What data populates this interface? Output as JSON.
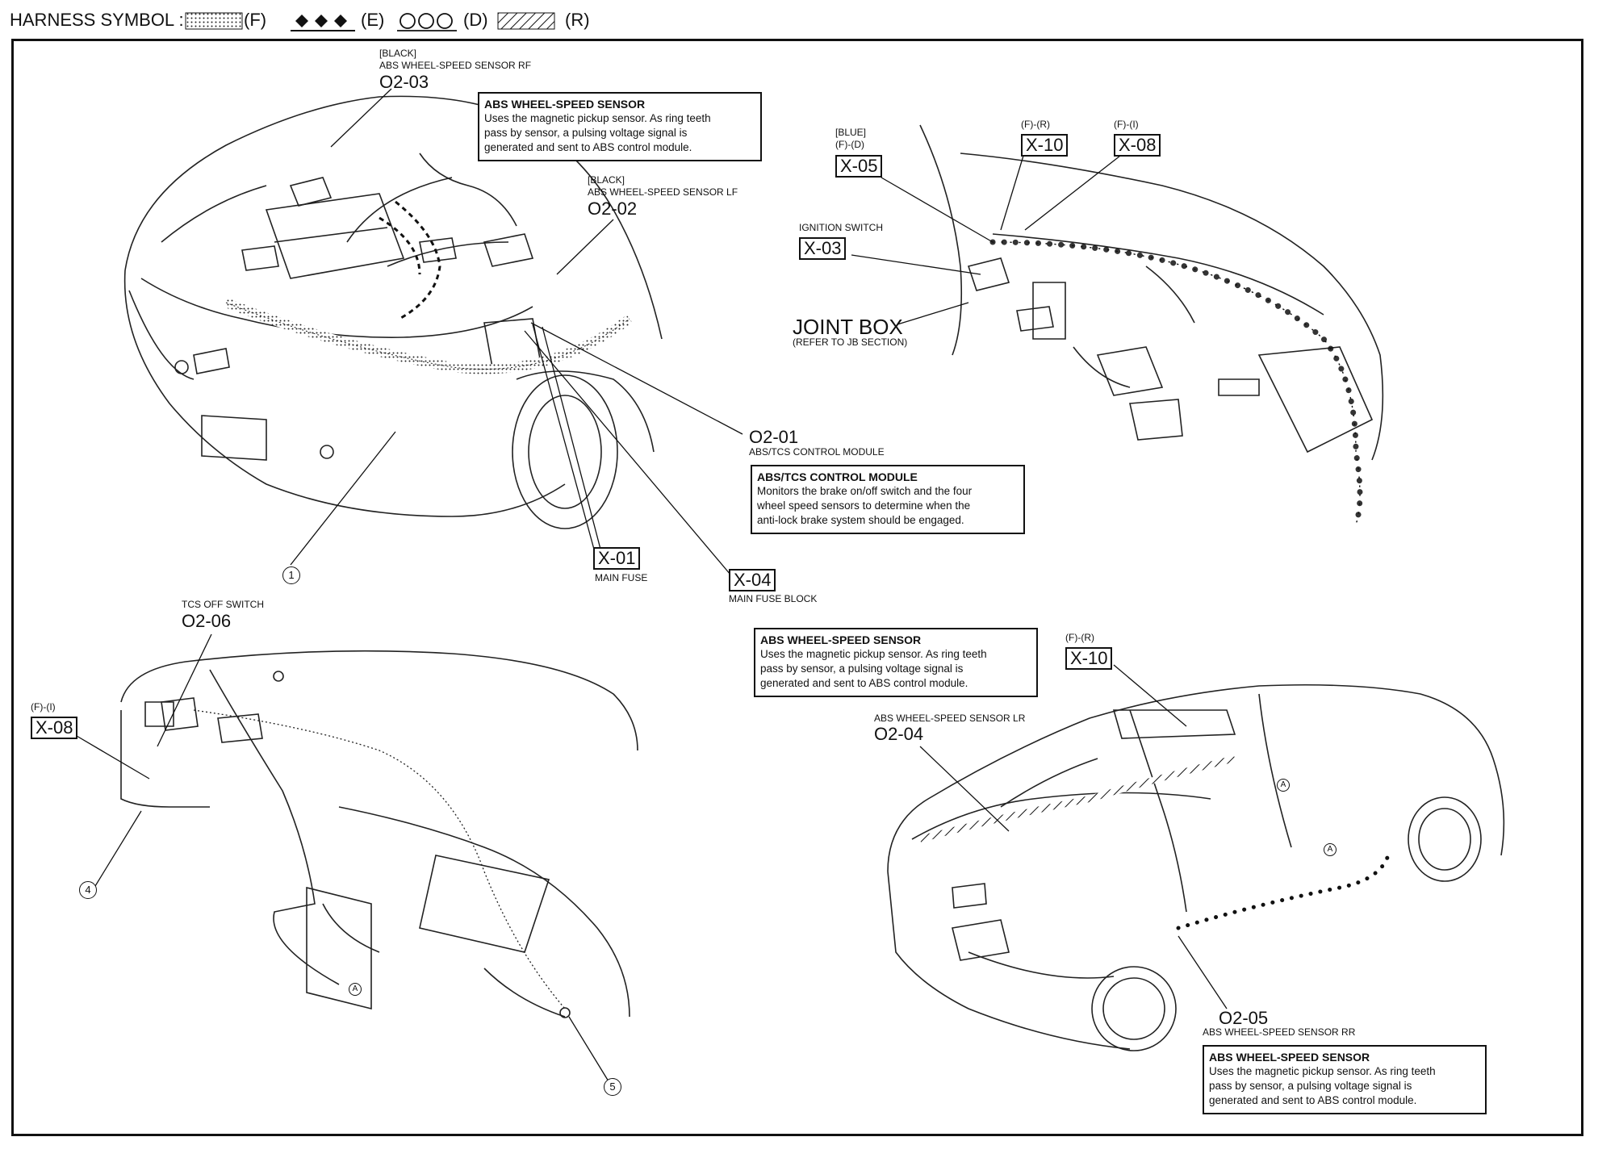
{
  "header": {
    "title": "HARNESS SYMBOL :",
    "symbols": [
      {
        "code": "(F)",
        "style": "dotted-band"
      },
      {
        "code": "(E)",
        "style": "diamonds"
      },
      {
        "code": "(D)",
        "style": "circles"
      },
      {
        "code": "(R)",
        "style": "hatched"
      }
    ]
  },
  "callouts": {
    "o2_03": {
      "color": "[BLACK]",
      "name": "ABS WHEEL-SPEED SENSOR RF",
      "code": "O2-03"
    },
    "o2_02": {
      "color": "[BLACK]",
      "name": "ABS WHEEL-SPEED SENSOR LF",
      "code": "O2-02"
    },
    "o2_01": {
      "code": "O2-01",
      "name": "ABS/TCS CONTROL MODULE"
    },
    "x_01": {
      "code": "X-01",
      "name": "MAIN FUSE"
    },
    "x_04": {
      "code": "X-04",
      "name": "MAIN FUSE BLOCK"
    },
    "x_05": {
      "color": "[BLUE]",
      "harness": "(F)-(D)",
      "code": "X-05"
    },
    "x_10_top": {
      "harness": "(F)-(R)",
      "code": "X-10"
    },
    "x_08_top": {
      "harness": "(F)-(I)",
      "code": "X-08"
    },
    "x_03": {
      "name": "IGNITION SWITCH",
      "code": "X-03"
    },
    "joint_box": {
      "name": "JOINT BOX",
      "note": "(REFER TO JB SECTION)"
    },
    "o2_06": {
      "name": "TCS OFF SWITCH",
      "code": "O2-06"
    },
    "x_08_bottom": {
      "harness": "(F)-(I)",
      "code": "X-08"
    },
    "x_10_bottom": {
      "harness": "(F)-(R)",
      "code": "X-10"
    },
    "o2_04": {
      "name": "ABS WHEEL-SPEED SENSOR LR",
      "code": "O2-04"
    },
    "o2_05": {
      "code": "O2-05",
      "name": "ABS WHEEL-SPEED SENSOR RR"
    }
  },
  "notes": {
    "sensor_top": {
      "title": "ABS WHEEL-SPEED SENSOR",
      "lines": [
        "Uses the magnetic pickup sensor. As ring teeth",
        "pass by sensor, a pulsing voltage signal is",
        "generated and sent to ABS control module."
      ]
    },
    "module": {
      "title": "ABS/TCS CONTROL MODULE",
      "lines": [
        "Monitors the brake on/off switch and the four",
        "wheel speed sensors to determine when the",
        "anti-lock brake system should be engaged."
      ]
    },
    "sensor_mid": {
      "title": "ABS WHEEL-SPEED SENSOR",
      "lines": [
        "Uses the magnetic pickup sensor. As ring teeth",
        "pass by sensor, a pulsing voltage signal is",
        "generated and sent to ABS control module."
      ]
    },
    "sensor_bottom": {
      "title": "ABS WHEEL-SPEED SENSOR",
      "lines": [
        "Uses the magnetic pickup sensor. As ring teeth",
        "pass by sensor, a pulsing voltage signal is",
        "generated and sent to ABS control module."
      ]
    }
  },
  "markers": [
    "1",
    "4",
    "5",
    "A",
    "A",
    "A"
  ]
}
